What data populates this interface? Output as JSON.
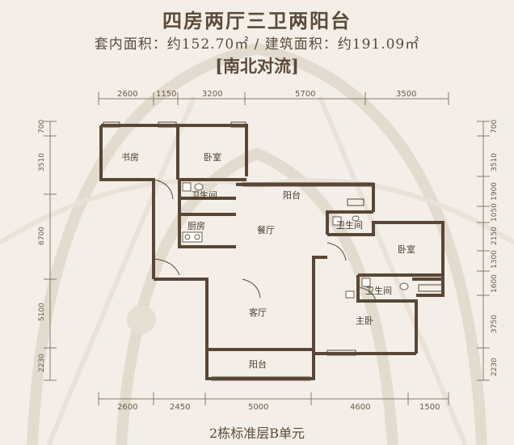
{
  "header": {
    "title": "四房两厅三卫两阳台",
    "area_text": "套内面积：约152.70㎡ / 建筑面积：约191.09㎡",
    "tag": "[南北对流]"
  },
  "dimensions": {
    "top": [
      "2600",
      "1150",
      "3200",
      "5700",
      "3500"
    ],
    "bottom": [
      "2600",
      "2450",
      "5000",
      "4600",
      "1500"
    ],
    "left": [
      "700",
      "3510",
      "6700",
      "5100",
      "2230"
    ],
    "right": [
      "700",
      "3510",
      "1900",
      "1050",
      "2150",
      "1300",
      "1600",
      "3750",
      "2230"
    ]
  },
  "rooms": {
    "study": "书房",
    "bedroom_nw": "卧室",
    "bath_1": "卫生间",
    "balcony_north": "阳台",
    "bath_2": "卫生间",
    "kitchen": "厨房",
    "dining": "餐厅",
    "bedroom_east": "卧室",
    "bath_master": "卫生间",
    "living": "客厅",
    "master": "主卧",
    "balcony_south": "阳台"
  },
  "footer": "2栋标准层B单元",
  "colors": {
    "wall": "#5a4636",
    "text": "#5c4a3a",
    "background": "#f3efe8"
  }
}
